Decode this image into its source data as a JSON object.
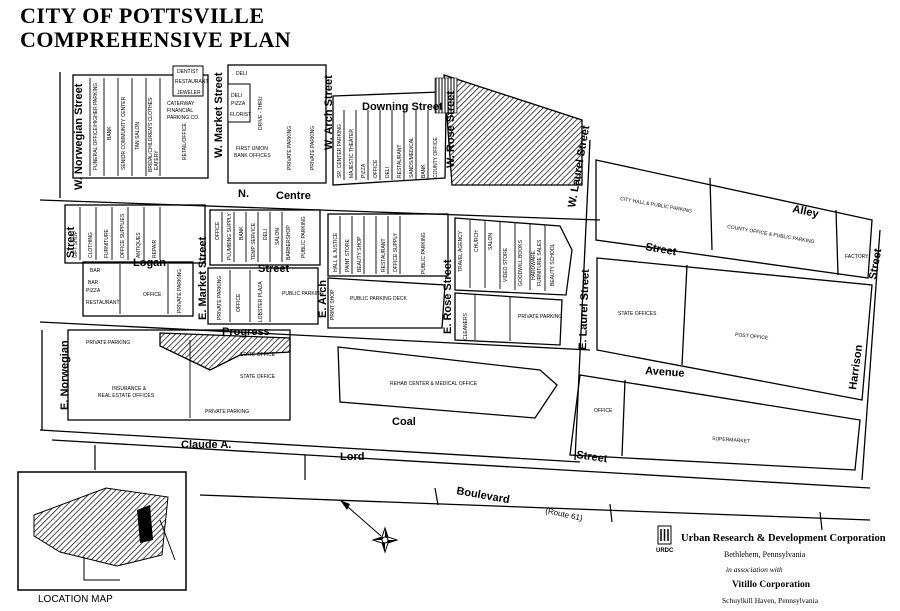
{
  "title": {
    "line1": "CITY OF POTTSVILLE",
    "line2": "COMPREHENSIVE PLAN"
  },
  "streets": {
    "w_norwegian": "W. Norwegian Street",
    "w_market": "W. Market Street",
    "w_arch": "W. Arch Street",
    "w_rose": "W. Rose Street",
    "w_laurel": "W. Laurel Street",
    "downing": "Downing Street",
    "centre_n": "N.",
    "centre": "Centre",
    "street_left": "Street",
    "logan": "Logan",
    "e_market": "E. Market Street",
    "street_mid": "Street",
    "e_arch": "E. Arch",
    "e_rose": "E. Rose Street",
    "e_laurel": "E. Laurel Street",
    "progress": "Progress",
    "e_norwegian": "E. Norwegian",
    "avenue": "Avenue",
    "street_laurel": "Street",
    "alley": "Alley",
    "street_right": "Street",
    "harrison": "Harrison",
    "coal": "Coal",
    "claude_a": "Claude A.",
    "lord": "Lord",
    "boulevard": "Boulevard",
    "route": "(Route 61)",
    "street_bottom": "Street"
  },
  "labels": {
    "dentist": "DENTIST",
    "restaurant_top": "RESTAURANT",
    "jeweler": "JEWELER",
    "deli_top": "DELI",
    "deli_top2": "DELI",
    "pizza_top": "PIZZA",
    "florist": "FLORIST",
    "drive_thru": "DRIVE - THRU",
    "first_union": "FIRST UNION",
    "bank_offices": "BANK OFFICES",
    "funeral_parking": "FUNERAL OFFICE/HIGHER PARKING",
    "bank_left": "BANK",
    "senior": "SENIOR COMMUNITY CENTER",
    "tan_salon": "TAN SALON",
    "bridal": "BRIDAL/CHILDREN'S CLOTHES",
    "eatery": "EATERY",
    "caterway": "CATERWAY",
    "financial": "FINANCIAL",
    "parking_co": "PARKING CO.",
    "retail_office": "RETAIL/OFFICE",
    "private_parking_a": "PRIVATE PARKING",
    "private_parking_b": "PRIVATE PARKING",
    "sr_center": "SR. CENTER PARKING",
    "majestic": "MAJESTIC THEATER",
    "pizza": "PIZZA",
    "office_d": "OFFICE",
    "deli_d": "DELI",
    "restaurant_d": "RESTAURANT",
    "medical": "SANDS/MEDICAL",
    "bank_d": "BANK",
    "county_office": "COUNTY OFFICE",
    "gift_shop": "GIFT SHOP",
    "clothing": "CLOTHING",
    "furniture": "FURNITURE",
    "office_supplies": "OFFICE SUPPLIES",
    "antiques": "ANTIQUES",
    "repair": "REPAIR",
    "office_c": "OFFICE",
    "plumbing": "PLUMBING SUPPLY",
    "bank_c": "BANK",
    "temp_service": "TEMP SERVICE",
    "deli_c": "DELI",
    "salon": "SALON",
    "barbershop": "BARBERSHOP",
    "public_parking_c": "PUBLIC PARKING",
    "justice": "HALL & JUSTICE",
    "paint_store": "PAINT STORE",
    "beauty_shop": "BEAUTY SHOP",
    "restaurant_e": "RESTAURANT",
    "office_supply": "OFFICE SUPPLY",
    "public_parking_e": "PUBLIC PARKING",
    "travel_agency": "TRAVEL AGENCY",
    "church": "CHURCH",
    "salon_r": "SALON",
    "video_store": "VIDEO STORE",
    "goodwill": "GOODWILL BOOKS",
    "hardware": "HARDWARE",
    "furniture_sales": "FURNITURE SALES",
    "beauty_school": "BEAUTY SCHOOL",
    "bar": "BAR",
    "bar2": "BAR",
    "pizza_l": "PIZZA",
    "restaurant_l": "RESTAURANT",
    "office_l": "OFFICE",
    "private_parking_l": "PRIVATE PARKING",
    "private_parking_m": "PRIVATE PARKING",
    "office_m": "OFFICE",
    "lobster_plaza": "LOBSTER PLAZA",
    "public_parking_m": "PUBLIC PARKING",
    "print_shop": "PRINT SHOP",
    "public_deck": "PUBLIC PARKING DECK",
    "cleaners": "CLEANERS",
    "private_parking_r": "PRIVATE PARKING",
    "private_parking_p": "PRIVATE PARKING",
    "state_office_1": "STATE OFFICE",
    "state_office_2": "STATE OFFICE",
    "insurance1": "INSURANCE &",
    "insurance2": "REAL ESTATE OFFICES",
    "private_parking_s": "PRIVATE PARKING",
    "rehab": "REHAB CENTER & MEDICAL OFFICE",
    "city_hall": "CITY HALL & PUBLIC PARKING",
    "county_public": "COUNTY OFFICE & PUBLIC PARKING",
    "factory": "FACTORY",
    "state_offices": "STATE OFFICES",
    "post_office": "POST OFFICE",
    "office_far": "OFFICE",
    "supermarket": "SUPERMARKET"
  },
  "location_map": {
    "label": "LOCATION MAP"
  },
  "credits": {
    "org": "Urban Research & Development Corporation",
    "city": "Bethlehem, Pennsylvania",
    "assoc": "in association with",
    "partner": "Vitillo Corporation",
    "partner_city": "Schuylkill Haven, Pennsylvania",
    "logo": "URDC"
  },
  "compass_icon": "compass-rose-icon",
  "colors": {
    "ink": "#000000",
    "paper": "#ffffff"
  }
}
